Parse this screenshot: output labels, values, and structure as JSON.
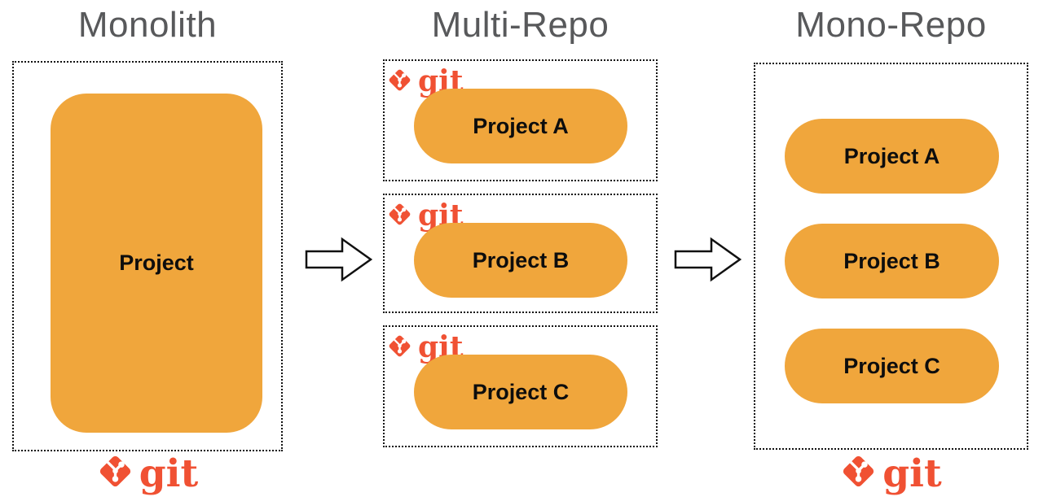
{
  "diagram": {
    "monolith": {
      "title": "Monolith",
      "project_label": "Project",
      "git_label": "git"
    },
    "multi_repo": {
      "title": "Multi-Repo",
      "repos": [
        {
          "git_label": "git",
          "project_label": "Project A"
        },
        {
          "git_label": "git",
          "project_label": "Project B"
        },
        {
          "git_label": "git",
          "project_label": "Project C"
        }
      ]
    },
    "mono_repo": {
      "title": "Mono-Repo",
      "project_labels": [
        "Project A",
        "Project B",
        "Project C"
      ],
      "git_label": "git"
    },
    "colors": {
      "project_orange": "#F0A63C",
      "git_red": "#F05133",
      "title_gray": "#58595B",
      "border_black": "#111111"
    }
  }
}
